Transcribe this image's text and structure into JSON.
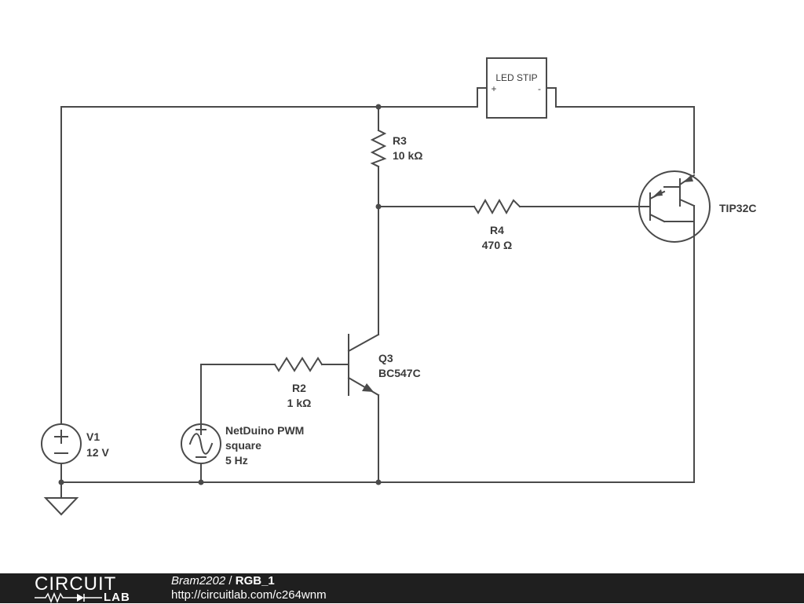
{
  "components": {
    "led": {
      "label": "LED STIP",
      "plus": "+",
      "minus": "-"
    },
    "r3": {
      "name": "R3",
      "value": "10 kΩ"
    },
    "r4": {
      "name": "R4",
      "value": "470 Ω"
    },
    "r2": {
      "name": "R2",
      "value": "1 kΩ"
    },
    "q3": {
      "name": "Q3",
      "model": "BC547C"
    },
    "q_pnp": {
      "model": "TIP32C"
    },
    "v1": {
      "name": "V1",
      "value": "12 V"
    },
    "pwm": {
      "line1": "NetDuino PWM",
      "line2": "square",
      "line3": "5 Hz"
    }
  },
  "footer": {
    "brand_top": "CIRCUIT",
    "brand_bottom": "LAB",
    "user": "Bram2202",
    "separator": " / ",
    "title": "RGB_1",
    "url": "http://circuitlab.com/c264wnm"
  },
  "colors": {
    "wire": "#4a4a4a",
    "footer_bg": "#1f1f1f",
    "text": "#3a3a3a"
  }
}
